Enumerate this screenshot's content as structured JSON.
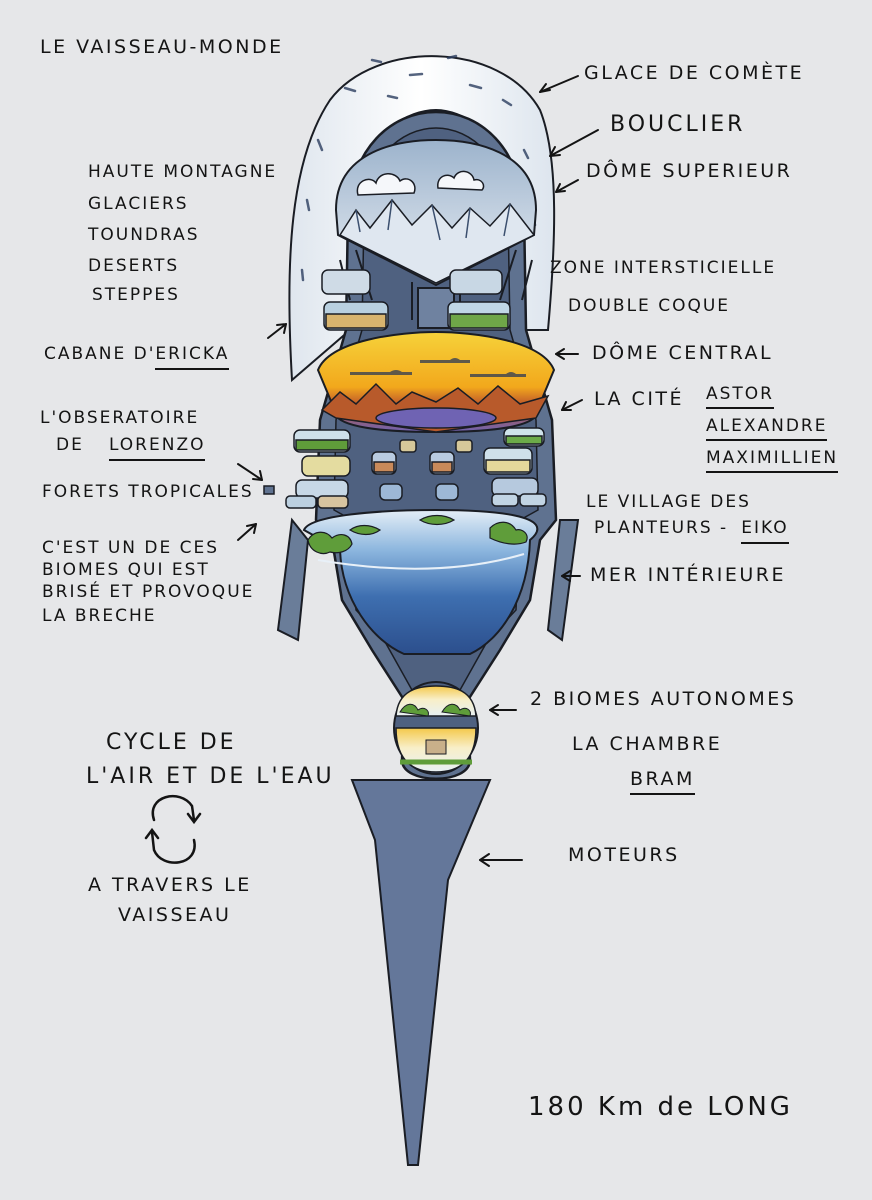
{
  "title": "Le Vaisseau-Monde",
  "left_labels": {
    "biomes": [
      "Haute montagne",
      "Glaciers",
      "Toundras",
      "Deserts",
      "Steppes"
    ],
    "cabane_prefix": "Cabane d'",
    "cabane_name": "Ericka",
    "observatoire_line1": "L'obseratoire",
    "observatoire_prefix": "de",
    "observatoire_name": "Lorenzo",
    "forets": "Forets tropicales",
    "breche": [
      "C'est un de ces",
      "biomes qui est",
      "brisé et provoque",
      "la breche"
    ]
  },
  "right_labels": {
    "glace": "Glace de comète",
    "bouclier": "Bouclier",
    "dome_sup": "Dôme superieur",
    "zone": "Zone intersticielle",
    "coque": "Double coque",
    "dome_central": "Dôme central",
    "cite": "La cité",
    "cite_names": [
      "Astor",
      "Alexandre",
      "Maximillien"
    ],
    "village_line1": "Le village des",
    "village_line2": "planteurs -",
    "village_name": "Eiko",
    "mer": "Mer intérieure",
    "biomes_auto": "2 biomes autonomes",
    "chambre": "La chambre",
    "chambre_name": "Bram",
    "moteurs": "Moteurs",
    "longueur": "180 Km de LONG"
  },
  "cycle": {
    "line1": "Cycle de",
    "line2": "l'air et de l'eau",
    "line3": "a travers le",
    "line4": "vaisseau"
  },
  "colors": {
    "hull": "#5f7290",
    "hull_light": "#7d90ab",
    "outline": "#1a1d24",
    "ice": "#eef2f6",
    "sky": "#9fb6cf",
    "sunset_top": "#f2b21f",
    "sunset_water": "#6f63b3",
    "sea_dark": "#2c5a9b",
    "sea_light": "#8cb6de",
    "foliage": "#5f9d3a"
  }
}
